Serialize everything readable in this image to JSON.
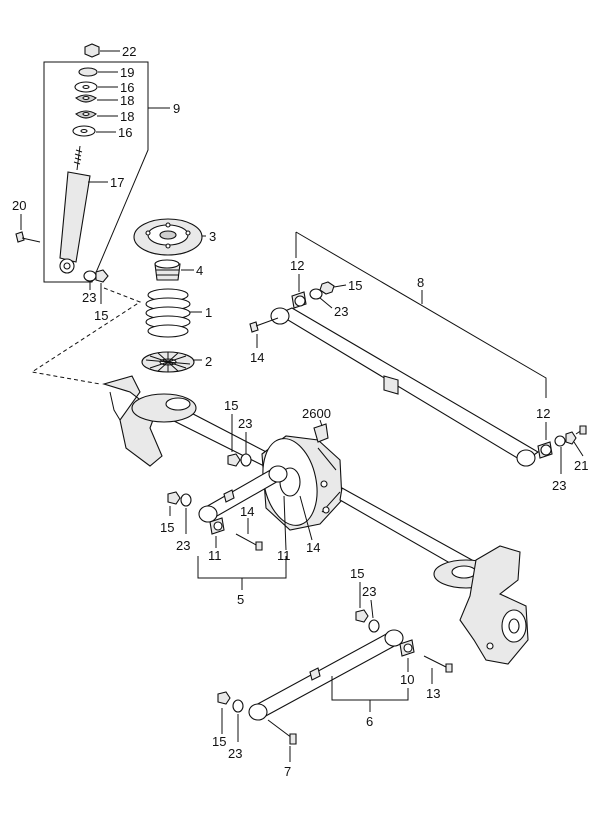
{
  "diagram": {
    "callouts": {
      "c22": "22",
      "c19": "19",
      "c16a": "16",
      "c18a": "18",
      "c18b": "18",
      "c16b": "16",
      "c9": "9",
      "c17": "17",
      "c20": "20",
      "c3": "3",
      "c4": "4",
      "c1": "1",
      "c2": "2",
      "c23a": "23",
      "c15a": "15",
      "c8": "8",
      "c12a": "12",
      "c15b": "15",
      "c23b": "23",
      "c14a": "14",
      "c12b": "12",
      "c21": "21",
      "c23c": "23",
      "c15c": "15",
      "c23d": "23",
      "c2600": "2600",
      "c15d": "15",
      "c23e": "23",
      "c14b": "14",
      "c11a": "11",
      "c11b": "11",
      "c14c": "14",
      "c5": "5",
      "c15e": "15",
      "c23f": "23",
      "c10": "10",
      "c13": "13",
      "c6": "6",
      "c15f": "15",
      "c23g": "23",
      "c7": "7"
    }
  }
}
